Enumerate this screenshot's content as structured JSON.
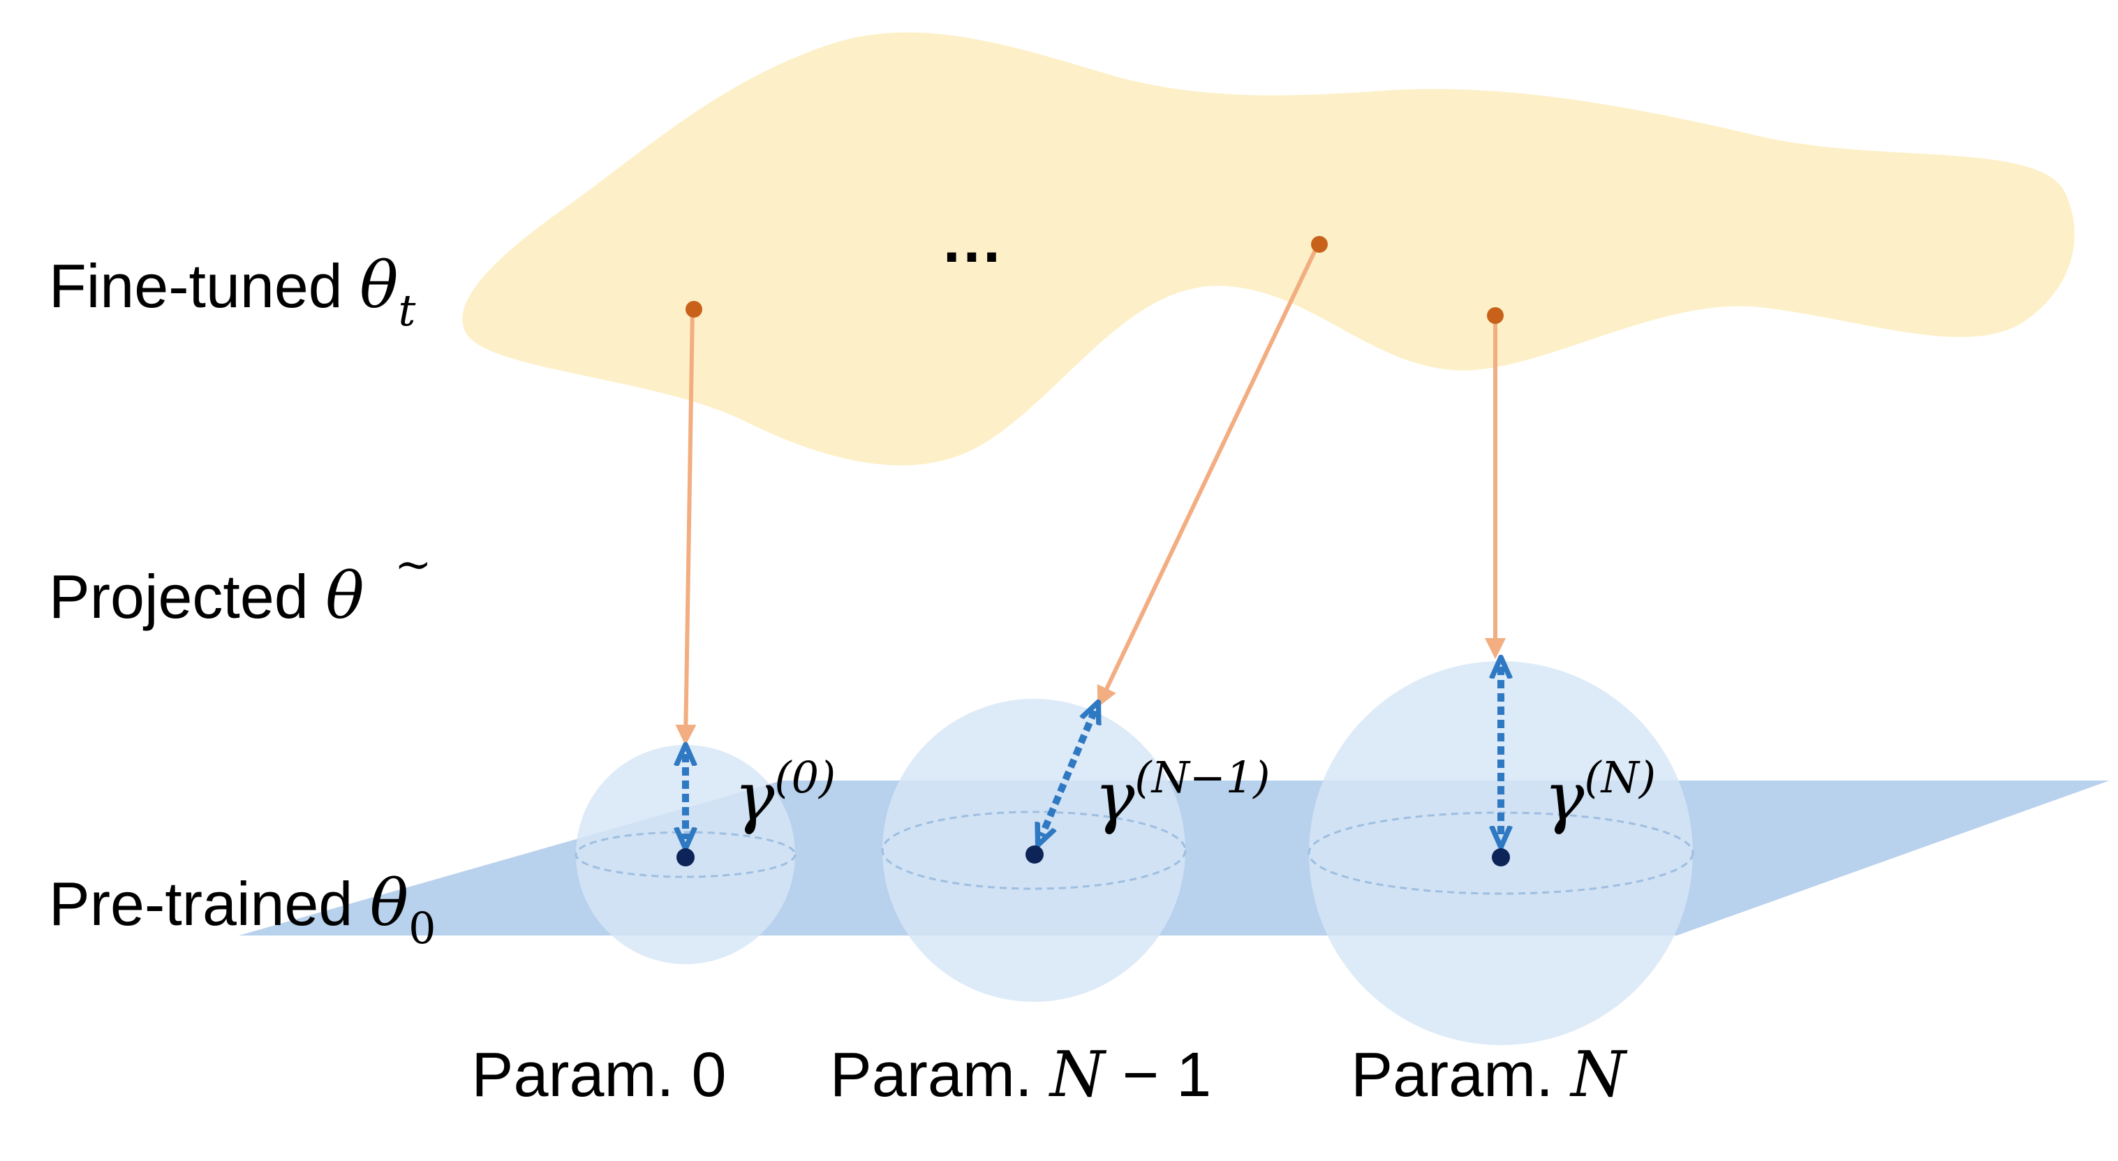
{
  "rows": {
    "fine_tuned": {
      "text": "Fine-tuned ",
      "symbol": "θ",
      "subscript": "t"
    },
    "projected": {
      "text": "Projected ",
      "symbol": "θ",
      "accent": "~"
    },
    "pretrained": {
      "text": "Pre-trained ",
      "symbol": "θ",
      "subscript": "0"
    }
  },
  "ellipsis": "…",
  "params": [
    {
      "gamma": "γ",
      "sup": "(0)",
      "label_text": "Param. ",
      "label_math": "",
      "label_num": "0"
    },
    {
      "gamma": "γ",
      "sup": "(N−1)",
      "label_text": "Param. ",
      "label_math": "N",
      "label_num": " − 1"
    },
    {
      "gamma": "γ",
      "sup": "(N)",
      "label_text": "Param. ",
      "label_math": "N",
      "label_num": ""
    }
  ],
  "colors": {
    "fine_tuned_region": "#fdf0c8",
    "plane": "#b8d1ec",
    "sphere": "#d5e5f5",
    "fine_tuned_point": "#c8611a",
    "projection_arrow": "#f2ad80",
    "gamma_arrow": "#2f78c2",
    "pretrained_point": "#0d2458"
  }
}
